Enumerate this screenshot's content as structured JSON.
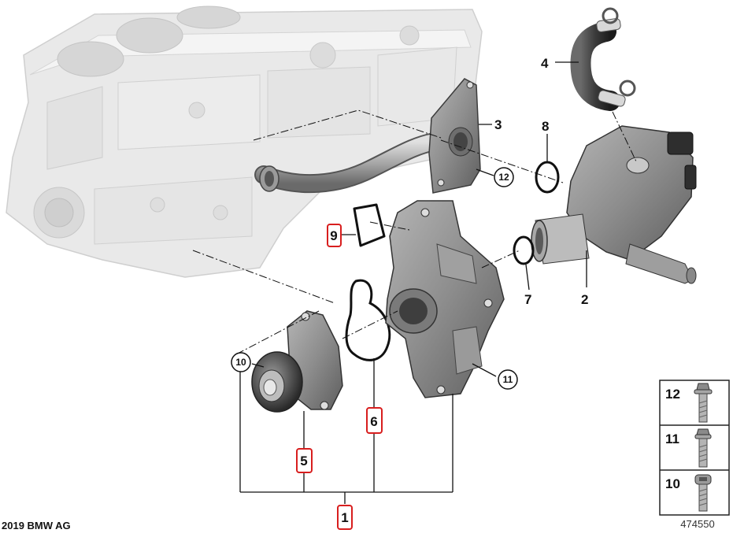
{
  "parts": {
    "p1": "1",
    "p2": "2",
    "p3": "3",
    "p4": "4",
    "p5": "5",
    "p6": "6",
    "p7": "7",
    "p8": "8",
    "p9": "9",
    "p10": "10",
    "p11": "11",
    "p12": "12"
  },
  "legend": {
    "row12": "12",
    "row11": "11",
    "row10": "10"
  },
  "footer": {
    "copyright": "2019 BMW AG",
    "ref_number": "474550"
  },
  "colors": {
    "highlight": "#d81e1e",
    "line": "#111111",
    "engine": "#e6e6e6",
    "part": "#8a8a8a"
  }
}
